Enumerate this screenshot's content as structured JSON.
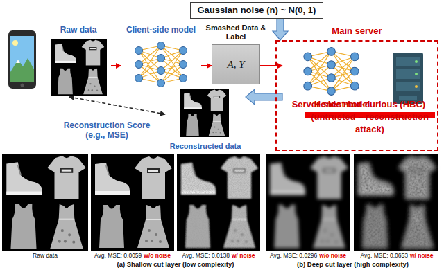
{
  "diagram": {
    "nodes": [
      {
        "text": [
          "Gaussian noise (n) ~ N(0, 1)"
        ]
      },
      {
        "text": [
          "Raw data"
        ]
      },
      {
        "text": [
          "Client-side model"
        ]
      },
      {
        "text": [
          "Smashed Data & Label",
          "A, Y"
        ]
      },
      {
        "text": [
          "Main server"
        ]
      },
      {
        "text": [
          "Server-side model"
        ],
        "in": 4
      },
      {
        "text": [
          "Honest-but-curious (HBC) (untrusted – reconstruction attack)"
        ],
        "in": 4
      },
      {
        "text": [
          "Reconstructed data"
        ]
      }
    ],
    "edges": [
      {
        "from": 1,
        "to": 2,
        "arrow": "to"
      },
      {
        "from": 2,
        "to": 3,
        "arrow": "to"
      },
      {
        "from": 3,
        "to": 5,
        "arrow": "to"
      },
      {
        "from": 0,
        "to": 4,
        "arrow": "to"
      },
      {
        "from": 5,
        "to": 7,
        "arrow": "to"
      },
      {
        "from": 1,
        "to": 7,
        "label": "Reconstruction Score (e.g., MSE)",
        "arrow": "both"
      }
    ],
    "labels": [
      "Raw data",
      "Avg. MSE: 0.0059",
      "w/o noise",
      "Avg. MSE: 0.0138",
      "w/ noise",
      "Avg. MSE: 0.0296",
      "w/o noise",
      "Avg. MSE: 0.0653",
      "w/ noise",
      "(a) Shallow cut layer (low complexity)",
      "(b) Deep cut layer (high complexity)"
    ]
  }
}
